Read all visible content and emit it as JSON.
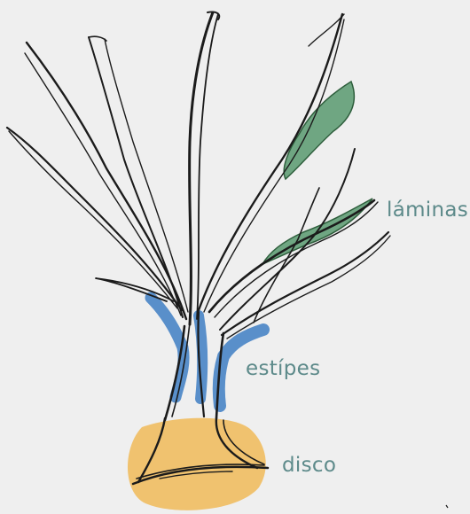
{
  "labels": {
    "laminas": "láminas",
    "estipes": "estípes",
    "disco": "disco"
  },
  "colors": {
    "background": "#efefef",
    "ink": "#1b1b1b",
    "blade_fill": "#6fa682",
    "stipe_fill": "#3f7fc4",
    "holdfast_fill": "#f0b74f",
    "label_text": "#5d8a8a"
  }
}
